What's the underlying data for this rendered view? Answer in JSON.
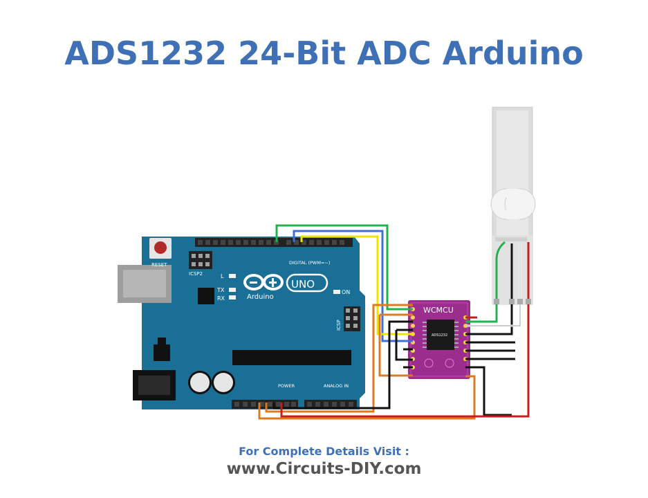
{
  "title": "ADS1232 24-Bit ADC Arduino",
  "footer": {
    "line1": "For Complete Details Visit :",
    "line2": "www.Circuits-DIY.com"
  },
  "arduino": {
    "reset_label": "RESET",
    "icsp2_label": "ICSP2",
    "icsp_label": "ICSP",
    "l_label": "L",
    "tx_label": "TX",
    "rx_label": "RX",
    "on_label": "ON",
    "uno_label": "UNO",
    "brand_label": "Arduino",
    "digital_label": "DIGITAL (PWM=~)",
    "power_label": "POWER",
    "analog_label": "ANALOG IN"
  },
  "module": {
    "brand": "WCMCU",
    "chip": "ADS1232"
  },
  "colors": {
    "title": "#3f70b6",
    "footer_url": "#555555",
    "board": "#1a6f97",
    "module": "#9b2d8f",
    "wire_green": "#22b14c",
    "wire_blue": "#3f6fd6",
    "wire_yellow": "#f2e200",
    "wire_orange": "#e07a1f",
    "wire_black": "#111111",
    "wire_red": "#c41e1e",
    "wire_white": "#ffffff"
  }
}
